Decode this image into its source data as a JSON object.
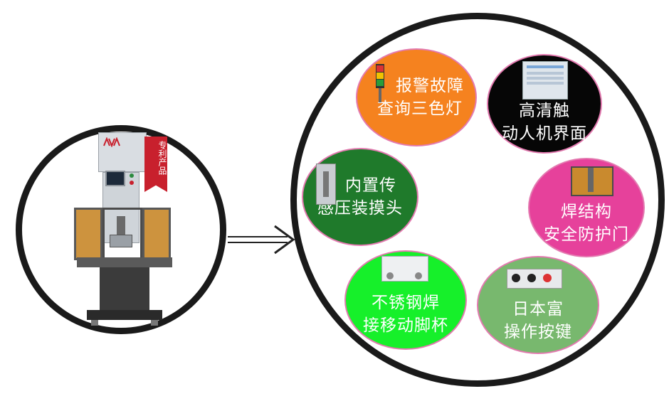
{
  "colors": {
    "ring": "#1a1a1a",
    "bubble_border": "#e37ab0",
    "alarm_light": "#f5821f",
    "touch_screen": "#060606",
    "sensor_head": "#1f7a2b",
    "safety_door": "#e6419b",
    "caster": "#16f02a",
    "buttons": "#78b86e",
    "patent_tag": "#c8202d"
  },
  "left": {
    "patent_tag": "专利产品"
  },
  "features": [
    {
      "id": "alarm-light",
      "lines": [
        "报警故障",
        "查询三色灯"
      ]
    },
    {
      "id": "touch-screen",
      "lines": [
        "高清触",
        "动人机界面"
      ]
    },
    {
      "id": "sensor-head",
      "lines": [
        "内置传",
        "感压装摸头"
      ]
    },
    {
      "id": "safety-door",
      "lines": [
        "焊结构",
        "安全防护门"
      ]
    },
    {
      "id": "caster",
      "lines": [
        "不锈钢焊",
        "接移动脚杯"
      ]
    },
    {
      "id": "buttons",
      "lines": [
        "日本富",
        "操作按键"
      ]
    }
  ]
}
